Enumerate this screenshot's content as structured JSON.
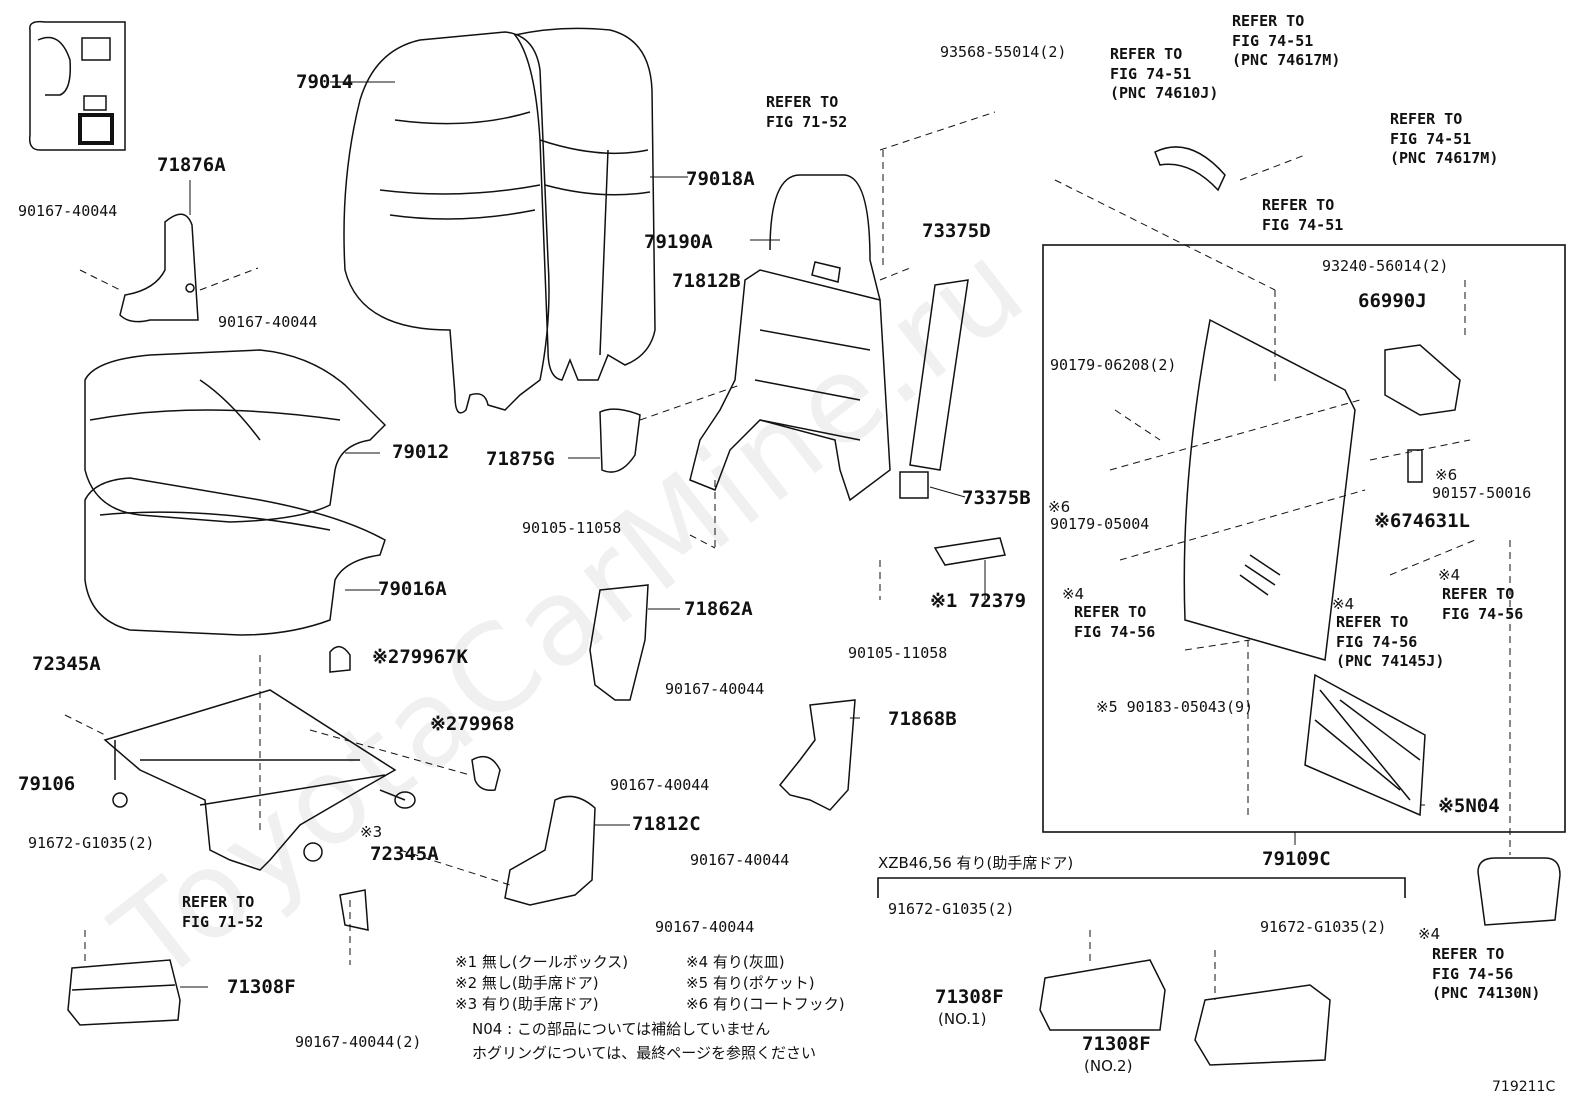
{
  "watermark": "ToyotaCarMine.ru",
  "diagram_id": "719211C",
  "labels": {
    "p79014": "79014",
    "p79018A": "79018A",
    "p71876A": "71876A",
    "p90167_40044_a": "90167-40044",
    "p90167_40044_b": "90167-40044",
    "p79012": "79012",
    "p79016A": "79016A",
    "p72345A_a": "72345A",
    "p79106": "79106",
    "p79967K": "79967K",
    "p79968": "79968",
    "p72345A_b": "72345A",
    "p91672_a": "91672-G1035(2)",
    "ref_71_52_a": "REFER TO\nFIG 71-52",
    "p71308F_a": "71308F",
    "p90167_40044_2": "90167-40044(2)",
    "p71862A": "71862A",
    "p71812C": "71812C",
    "p90167_40044_c": "90167-40044",
    "p90167_40044_d": "90167-40044",
    "p90167_40044_e": "90167-40044",
    "p90167_40044_f": "90167-40044",
    "p71868B": "71868B",
    "p71875G": "71875G",
    "p90105_11058_a": "90105-11058",
    "p79190A": "79190A",
    "p71812B": "71812B",
    "ref_71_52_b": "REFER TO\nFIG 71-52",
    "p93568": "93568-55014(2)",
    "p73375D": "73375D",
    "p73375B": "73375B",
    "p72379": "72379",
    "p90105_11058_b": "90105-11058",
    "ref_74610J": "REFER TO\nFIG 74-51\n(PNC 74610J)",
    "ref_74617M_a": "REFER TO\nFIG 74-51\n(PNC 74617M)",
    "ref_74617M_b": "REFER TO\nFIG 74-51\n(PNC 74617M)",
    "ref_74_51": "REFER TO\nFIG 74-51",
    "p93240": "93240-56014(2)",
    "p66990J": "66990J",
    "p90179_06208": "90179-06208(2)",
    "p90179_05004": "90179-05004",
    "p90157_50016": "90157-50016",
    "p74631L": "74631L",
    "ref_74_56_a": "REFER TO\nFIG 74-56",
    "ref_74_56_b": "REFER TO\nFIG 74-56",
    "ref_74145J": "REFER TO\nFIG 74-56\n(PNC 74145J)",
    "p90183": "90183-05043(9)",
    "pN04": "N04",
    "p79109C": "79109C",
    "ref_74130N": "REFER TO\nFIG 74-56\n(PNC 74130N)",
    "xzb_header": "XZB46,56 有り(助手席ドア)",
    "p91672_b": "91672-G1035(2)",
    "p91672_c": "91672-G1035(2)",
    "p71308F_no1": "71308F",
    "no1": "(NO.1)",
    "p71308F_no2": "71308F",
    "no2": "(NO.2)"
  },
  "marks": {
    "m1": "※1",
    "m2": "※2",
    "m3": "※3",
    "m4": "※4",
    "m5": "※5",
    "m6": "※6"
  },
  "notes": {
    "n1": "※1 無し(クールボックス)",
    "n2": "※2 無し(助手席ドア)",
    "n3": "※3 有り(助手席ドア)",
    "n4": "※4 有り(灰皿)",
    "n5": "※5 有り(ポケット)",
    "n6": "※6 有り(コートフック)",
    "n04": "N04 : この部品については補給していません",
    "hog": "ホグリングについては、最終ページを参照ください"
  }
}
